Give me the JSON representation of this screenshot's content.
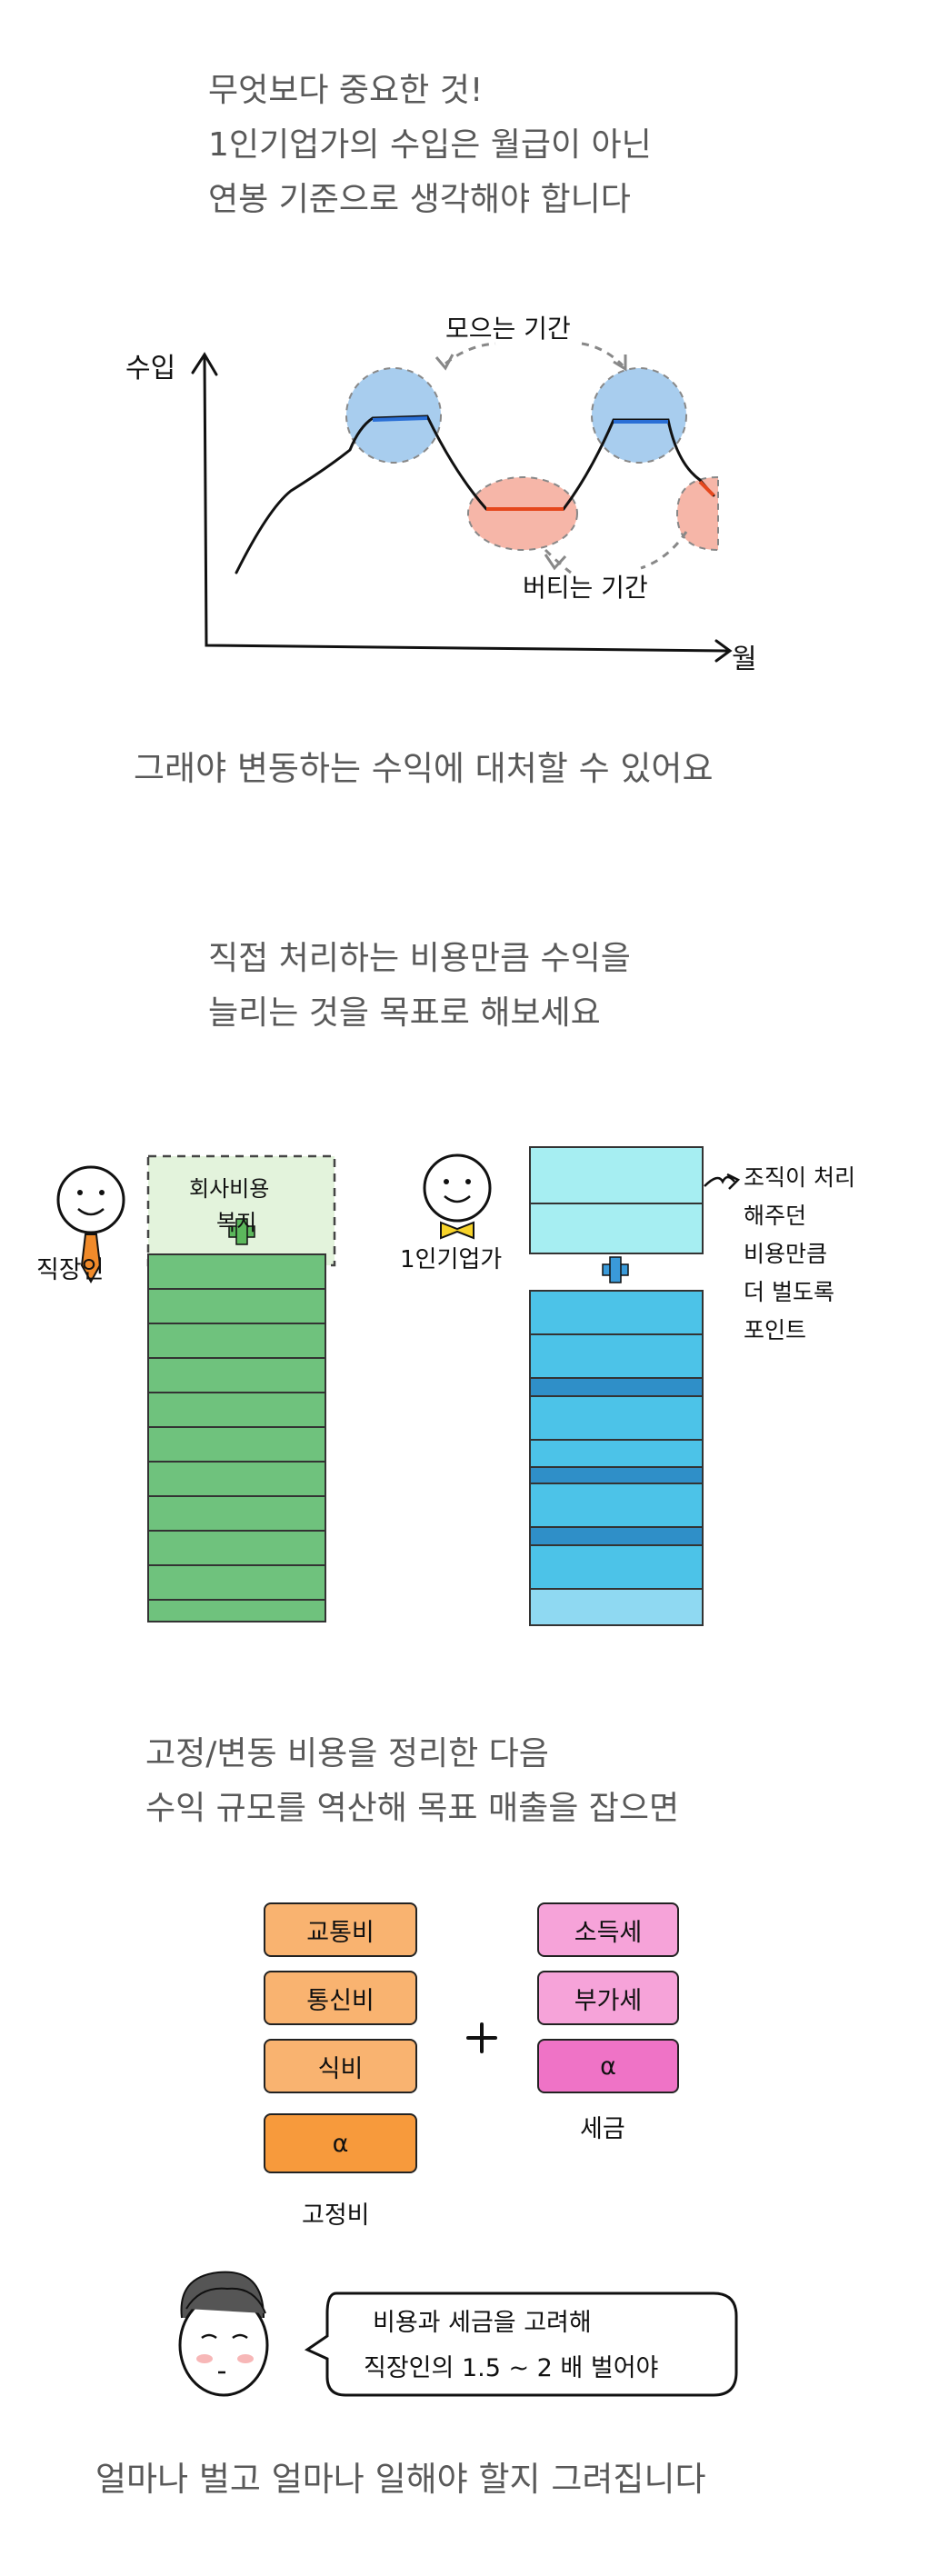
{
  "intro": {
    "line1": "무엇보다 중요한 것!",
    "line2": "1인기업가의 수입은 월급이 아닌",
    "line3": "연봉 기준으로 생각해야 합니다"
  },
  "income_chart": {
    "y_label": "수입",
    "x_label": "월",
    "save_label": "모으는 기간",
    "endure_label": "버티는 기간"
  },
  "caption1": "그래야 변동하는 수익에 대처할 수 있어요",
  "section2": {
    "line1": "직접 처리하는 비용만큼 수익을",
    "line2": "늘리는 것을 목표로 해보세요"
  },
  "employee": {
    "label": "직장인",
    "benefit_line1": "회사비용",
    "benefit_line2": "복지"
  },
  "solo": {
    "label": "1인기업가",
    "note_lines": [
      "조직이 처리",
      "해주던",
      "비용만큼",
      "더 벌도록",
      "포인트"
    ]
  },
  "section3": {
    "line1": "고정/변동 비용을 정리한 다음",
    "line2": "수익 규모를 역산해 목표 매출을 잡으면"
  },
  "fixed_costs": {
    "items": [
      "교통비",
      "통신비",
      "식비",
      "α"
    ],
    "label": "고정비"
  },
  "taxes": {
    "items": [
      "소득세",
      "부가세",
      "α"
    ],
    "label": "세금"
  },
  "speech": {
    "line1": "비용과 세금을 고려해",
    "line2": "직장인의 1.5 ~ 2 배 벌어야"
  },
  "caption_final": "얼마나 벌고 얼마나 일해야 할지 그려집니다",
  "colors": {
    "blue_blob": "#a8cdee",
    "pink_blob": "#f6b6a8",
    "green_bar": "#6fc27d",
    "cyan_top": "#a6eef2",
    "blue_bar": "#4cc3e8",
    "orange_box": "#f9b370",
    "pink_box": "#f6a3d9"
  }
}
